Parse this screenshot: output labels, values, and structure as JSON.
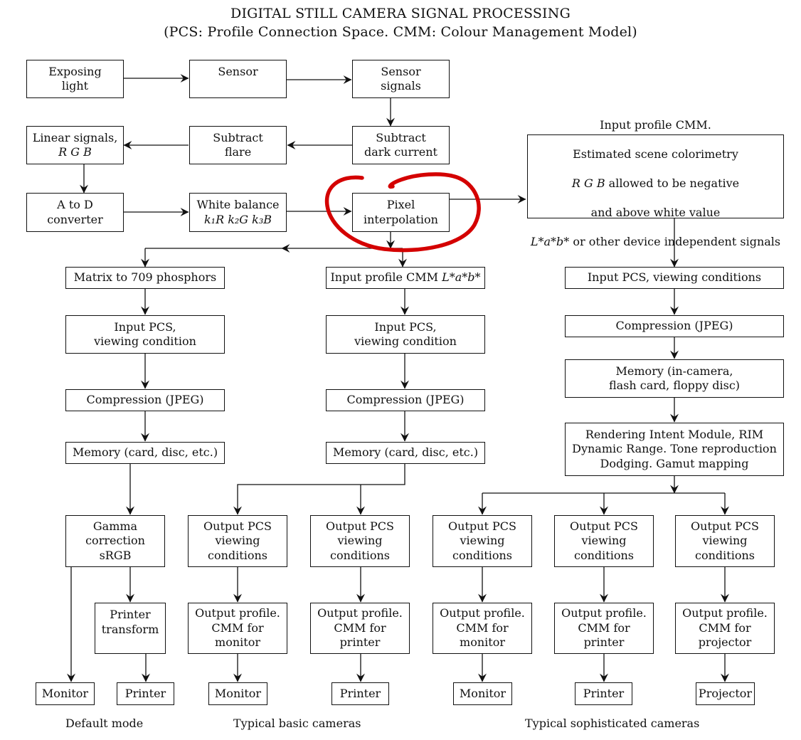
{
  "title": "DIGITAL STILL CAMERA SIGNAL PROCESSING",
  "subtitle": "(PCS: Profile Connection Space. CMM: Colour Management Model)",
  "blocks": {
    "exposing_light": "Exposing\nlight",
    "sensor": "Sensor",
    "sensor_signals": "Sensor\nsignals",
    "linear_signals_line1": "Linear signals,",
    "linear_signals_line2": "R G B",
    "subtract_flare": "Subtract\nflare",
    "subtract_dark_current": "Subtract\ndark current",
    "a_to_d": "A to D\nconverter",
    "white_balance_line1": "White balance",
    "white_balance_line2": "k₁R k₂G k₃B",
    "pixel_interpolation": "Pixel\ninterpolation",
    "input_profile_cmm_line1": "Input profile CMM.",
    "input_profile_cmm_line2": "Estimated scene colorimetry",
    "input_profile_cmm_line3_em": "R G B",
    "input_profile_cmm_line3": " allowed to be negative",
    "input_profile_cmm_line4": "and above white value",
    "input_profile_cmm_line5_em": "L*a*b*",
    "input_profile_cmm_line5": " or other device independent signals",
    "matrix_709": "Matrix to 709 phosphors",
    "input_profile_lab": "Input profile CMM ",
    "input_profile_lab_em": "L*a*b*",
    "input_pcs_default": "Input PCS,\nviewing condition",
    "input_pcs_basic": "Input PCS,\nviewing condition",
    "input_pcs_soph": "Input PCS, viewing conditions",
    "compression_default": "Compression (JPEG)",
    "compression_basic": "Compression (JPEG)",
    "compression_soph": "Compression (JPEG)",
    "memory_default": "Memory (card, disc, etc.)",
    "memory_basic": "Memory (card, disc, etc.)",
    "memory_soph": "Memory (in-camera,\nflash card, floppy disc)",
    "rim": "Rendering Intent Module, RIM\nDynamic Range. Tone reproduction\nDodging. Gamut mapping",
    "gamma": "Gamma\ncorrection\nsRGB",
    "printer_transform": "Printer\ntransform",
    "output_pcs": "Output PCS\nviewing\nconditions",
    "output_profile_monitor": "Output profile.\nCMM for\nmonitor",
    "output_profile_printer": "Output profile.\nCMM for\nprinter",
    "output_profile_projector": "Output profile.\nCMM for\nprojector",
    "monitor": "Monitor",
    "printer": "Printer",
    "projector": "Projector"
  },
  "captions": {
    "default_mode": "Default mode",
    "basic_cameras": "Typical basic cameras",
    "sophisticated_cameras": "Typical sophisticated cameras"
  },
  "colors": {
    "highlight": "#d40000",
    "line": "#111111"
  }
}
